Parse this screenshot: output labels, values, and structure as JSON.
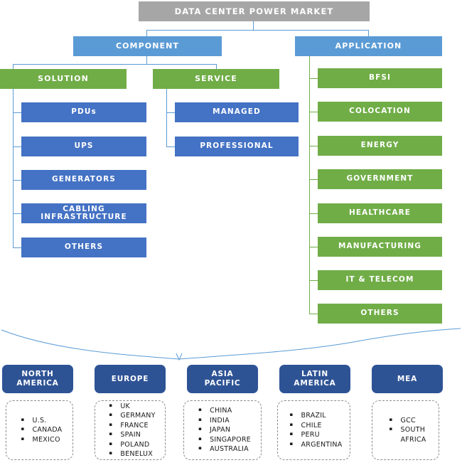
{
  "diagram": {
    "root": {
      "label": "DATA CENTER POWER MARKET"
    },
    "categories": [
      {
        "label": "COMPONENT"
      },
      {
        "label": "APPLICATION"
      }
    ],
    "component": {
      "branches": [
        {
          "label": "SOLUTION",
          "items": [
            {
              "label": "PDUs"
            },
            {
              "label": "UPS"
            },
            {
              "label": "GENERATORS"
            },
            {
              "label": "CABLING INFRASTRUCTURE"
            },
            {
              "label": "OTHERS"
            }
          ]
        },
        {
          "label": "SERVICE",
          "items": [
            {
              "label": "MANAGED"
            },
            {
              "label": "PROFESSIONAL"
            }
          ]
        }
      ]
    },
    "application": {
      "items": [
        {
          "label": "BFSI"
        },
        {
          "label": "COLOCATION"
        },
        {
          "label": "ENERGY"
        },
        {
          "label": "GOVERNMENT"
        },
        {
          "label": "HEALTHCARE"
        },
        {
          "label": "MANUFACTURING"
        },
        {
          "label": "IT & TELECOM"
        },
        {
          "label": "OTHERS"
        }
      ]
    },
    "regions": [
      {
        "label": "NORTH\nAMERICA",
        "countries": [
          "U.S.",
          "CANADA",
          "MEXICO"
        ]
      },
      {
        "label": "EUROPE",
        "countries": [
          "UK",
          "GERMANY",
          "FRANCE",
          "SPAIN",
          "POLAND",
          "BENELUX"
        ]
      },
      {
        "label": "ASIA\nPACIFIC",
        "countries": [
          "CHINA",
          "INDIA",
          "JAPAN",
          "SINGAPORE",
          "AUSTRALIA"
        ]
      },
      {
        "label": "LATIN\nAMERICA",
        "countries": [
          "BRAZIL",
          "CHILE",
          "PERU",
          "ARGENTINA"
        ]
      },
      {
        "label": "MEA",
        "countries": [
          "GCC",
          "SOUTH\nAFRICA"
        ]
      }
    ],
    "colors": {
      "root": "#a6a6a6",
      "category": "#5b9bd5",
      "green": "#70ad47",
      "blue": "#4472c4",
      "region": "#2e5395",
      "connector_blue": "#5b9bd5",
      "connector_green": "#70ad47",
      "dashed_border": "#8c8c8c"
    }
  }
}
